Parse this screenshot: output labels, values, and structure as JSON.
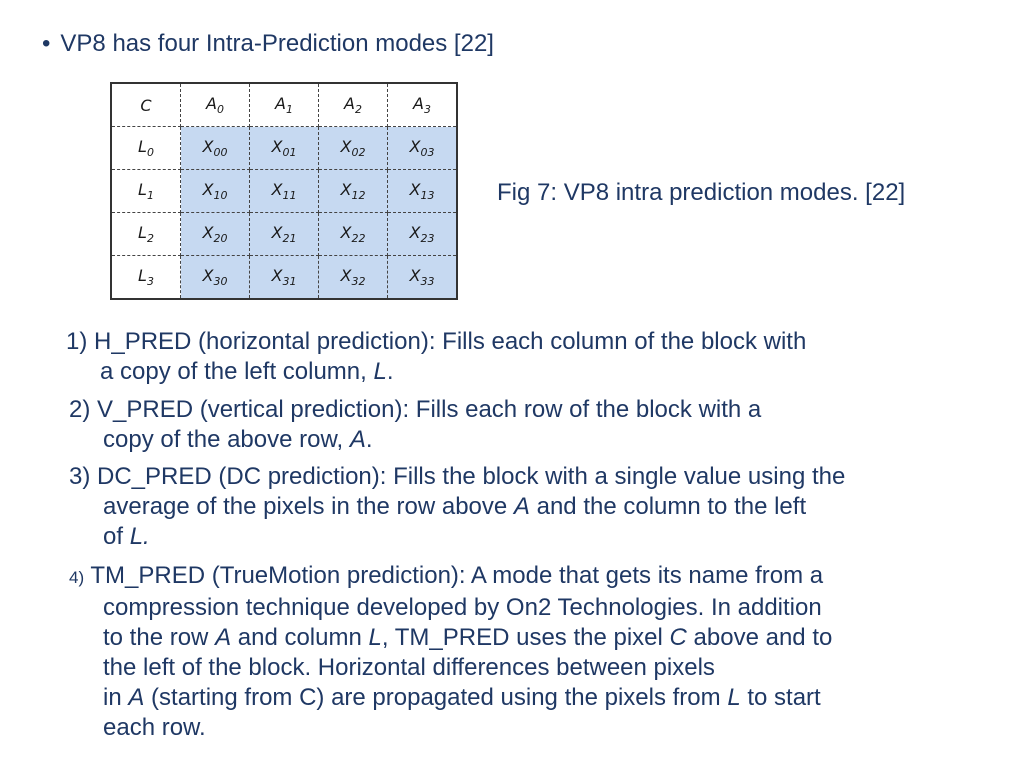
{
  "bullet": {
    "marker": "•",
    "text": "VP8 has four Intra-Prediction modes [22]"
  },
  "table": {
    "header": [
      "C",
      "A",
      "A",
      "A",
      "A"
    ],
    "header_subs": [
      "",
      "0",
      "1",
      "2",
      "3"
    ],
    "rows": [
      {
        "label": "L",
        "label_sub": "0",
        "cells": [
          [
            "X",
            "00"
          ],
          [
            "X",
            "01"
          ],
          [
            "X",
            "02"
          ],
          [
            "X",
            "03"
          ]
        ]
      },
      {
        "label": "L",
        "label_sub": "1",
        "cells": [
          [
            "X",
            "10"
          ],
          [
            "X",
            "11"
          ],
          [
            "X",
            "12"
          ],
          [
            "X",
            "13"
          ]
        ]
      },
      {
        "label": "L",
        "label_sub": "2",
        "cells": [
          [
            "X",
            "20"
          ],
          [
            "X",
            "21"
          ],
          [
            "X",
            "22"
          ],
          [
            "X",
            "23"
          ]
        ]
      },
      {
        "label": "L",
        "label_sub": "3",
        "cells": [
          [
            "X",
            "30"
          ],
          [
            "X",
            "31"
          ],
          [
            "X",
            "32"
          ],
          [
            "X",
            "33"
          ]
        ]
      }
    ]
  },
  "caption": "Fig 7: VP8 intra prediction modes. [22]",
  "modes": {
    "m1": {
      "num": "1)",
      "l1": "H_PRED (horizontal prediction): Fills each column of the block with",
      "l2a": "a copy of the left column, ",
      "l2b": "L",
      "l2c": "."
    },
    "m2": {
      "num": "2)",
      "l1": "V_PRED (vertical prediction):  Fills each row of the block with a",
      "l2a": "copy of the above row, ",
      "l2b": "A",
      "l2c": "."
    },
    "m3": {
      "num": "3)",
      "l1": "DC_PRED (DC prediction): Fills the block with a single value using the",
      "l2a": "average of the pixels in the row above ",
      "l2b": "A",
      "l2c": " and the column to the left",
      "l3a": "of ",
      "l3b": "L."
    },
    "m4": {
      "num": "4)",
      "l1": "TM_PRED (TrueMotion prediction): A mode that gets its name from a",
      "l2": "compression technique developed by On2 Technologies. In addition",
      "l3a": "to the row ",
      "l3b": "A",
      "l3c": " and column ",
      "l3d": "L",
      "l3e": ", TM_PRED uses the pixel ",
      "l3f": "C",
      "l3g": " above and to",
      "l4": "the left of the block. Horizontal differences between pixels",
      "l5a": "in ",
      "l5b": "A",
      "l5c": " (starting from C) are propagated using the pixels from ",
      "l5d": "L",
      "l5e": " to start",
      "l6": "each row."
    }
  }
}
